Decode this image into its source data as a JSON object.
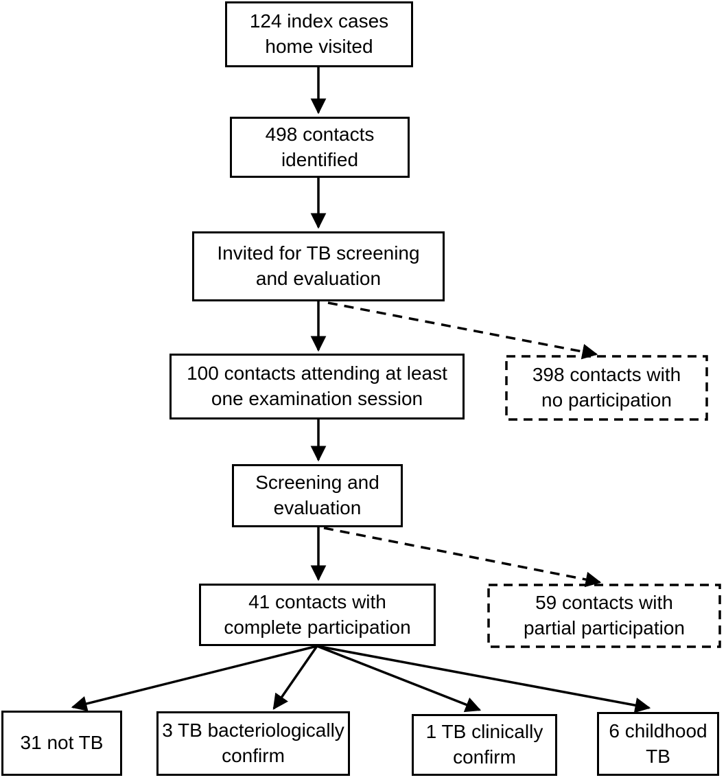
{
  "diagram_type": "flowchart",
  "colors": {
    "background": "#ffffff",
    "line": "#000000",
    "box_border": "#000000",
    "text": "#000000"
  },
  "nodes": {
    "index_cases": {
      "label": "124 index cases\nhome visited"
    },
    "contacts_identified": {
      "label": "498 contacts\nidentified"
    },
    "invited": {
      "label": "Invited for TB screening\nand evaluation"
    },
    "attending": {
      "label": "100 contacts attending at least\none examination session"
    },
    "no_participation": {
      "label": "398 contacts with\nno participation"
    },
    "screening": {
      "label": "Screening and\nevaluation"
    },
    "partial_participation": {
      "label": "59 contacts with\npartial participation"
    },
    "complete": {
      "label": "41 contacts with\ncomplete participation"
    },
    "not_tb": {
      "label": "31 not TB"
    },
    "tb_bacteriological": {
      "label": "3 TB bacteriologically\nconfirm"
    },
    "tb_clinical": {
      "label": "1 TB clinically\nconfirm"
    },
    "childhood_tb": {
      "label": "6 childhood\nTB"
    }
  },
  "edges": [
    {
      "from": "index_cases",
      "to": "contacts_identified",
      "style": "solid"
    },
    {
      "from": "contacts_identified",
      "to": "invited",
      "style": "solid"
    },
    {
      "from": "invited",
      "to": "attending",
      "style": "solid"
    },
    {
      "from": "invited",
      "to": "no_participation",
      "style": "dashed"
    },
    {
      "from": "attending",
      "to": "screening",
      "style": "solid"
    },
    {
      "from": "screening",
      "to": "complete",
      "style": "solid"
    },
    {
      "from": "screening",
      "to": "partial_participation",
      "style": "dashed"
    },
    {
      "from": "complete",
      "to": "not_tb",
      "style": "solid"
    },
    {
      "from": "complete",
      "to": "tb_bacteriological",
      "style": "solid"
    },
    {
      "from": "complete",
      "to": "tb_clinical",
      "style": "solid"
    },
    {
      "from": "complete",
      "to": "childhood_tb",
      "style": "solid"
    }
  ]
}
